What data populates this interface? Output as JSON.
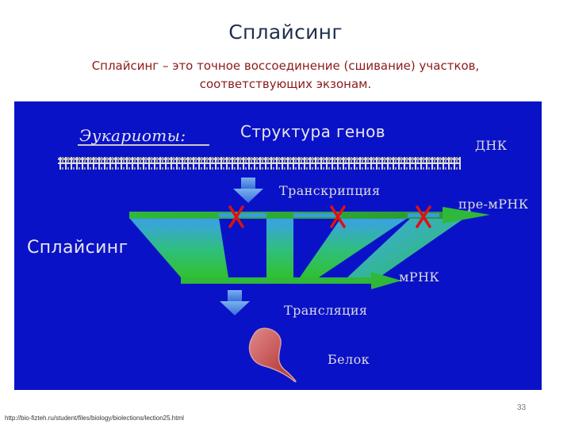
{
  "slide": {
    "title": "Сплайсинг",
    "subtitle": "Сплайсинг – это точное воссоединение (сшивание) участков, соответствующих экзонам.",
    "page_number": "33",
    "source_url": "http://bio-fizteh.ru/student/files/biology/biolections/lection25.html"
  },
  "diagram": {
    "eukaryotes": "Эукариоты:",
    "gene_structure": "Структура генов",
    "dna": "ДНК",
    "transcription": "Транскрипция",
    "pre_mrna": "пре-мРНК",
    "splicing": "Сплайсинг",
    "mrna": "мРНК",
    "translation": "Трансляция",
    "protein": "Белок",
    "colors": {
      "panel_bg": "#0a12c8",
      "exon_green": "#2fb83a",
      "intron_blue": "#3a9be0",
      "cut_mark": "#e01010",
      "arrow": "#5a8fe0"
    }
  }
}
